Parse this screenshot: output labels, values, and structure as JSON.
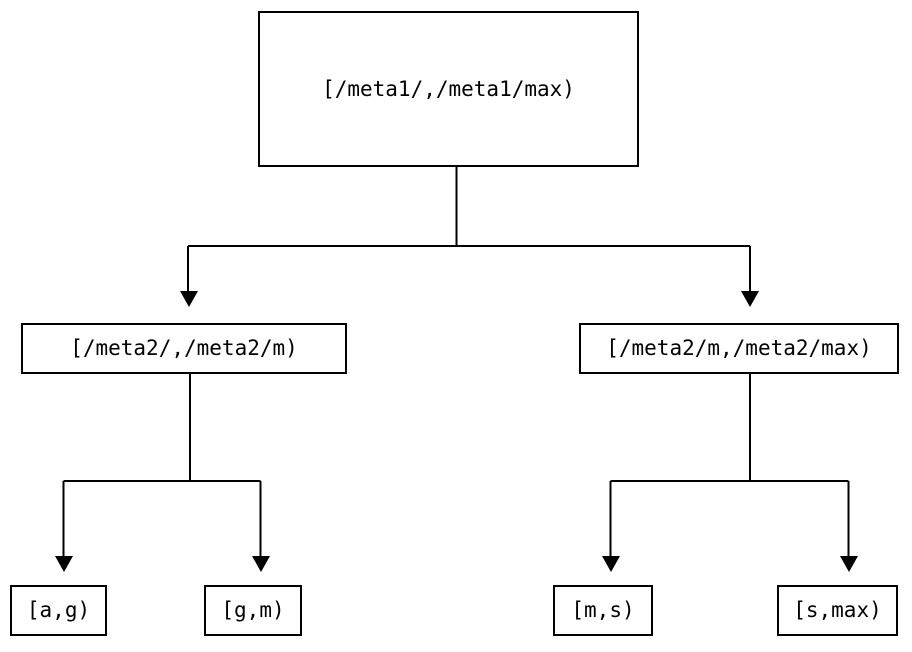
{
  "diagram": {
    "type": "tree",
    "title": "",
    "orientation": "top-down",
    "colors": {
      "background": "#ffffff",
      "node_border": "#000000",
      "node_fill": "#ffffff",
      "edge": "#000000",
      "text": "#000000"
    },
    "levels": [
      {
        "level": 0,
        "nodes": [
          {
            "id": "root",
            "label": "[/meta1/,/meta1/max)"
          }
        ]
      },
      {
        "level": 1,
        "nodes": [
          {
            "id": "mid-left",
            "label": "[/meta2/,/meta2/m)"
          },
          {
            "id": "mid-right",
            "label": "[/meta2/m,/meta2/max)"
          }
        ]
      },
      {
        "level": 2,
        "nodes": [
          {
            "id": "leaf-ag",
            "label": "[a,g)"
          },
          {
            "id": "leaf-gm",
            "label": "[g,m)"
          },
          {
            "id": "leaf-ms",
            "label": "[m,s)"
          },
          {
            "id": "leaf-smax",
            "label": "[s,max)"
          }
        ]
      }
    ],
    "edges": [
      {
        "from": "root",
        "to": "mid-left",
        "arrow": "down"
      },
      {
        "from": "root",
        "to": "mid-right",
        "arrow": "down"
      },
      {
        "from": "mid-left",
        "to": "leaf-ag",
        "arrow": "down"
      },
      {
        "from": "mid-left",
        "to": "leaf-gm",
        "arrow": "down"
      },
      {
        "from": "mid-right",
        "to": "leaf-ms",
        "arrow": "down"
      },
      {
        "from": "mid-right",
        "to": "leaf-smax",
        "arrow": "down"
      }
    ]
  }
}
